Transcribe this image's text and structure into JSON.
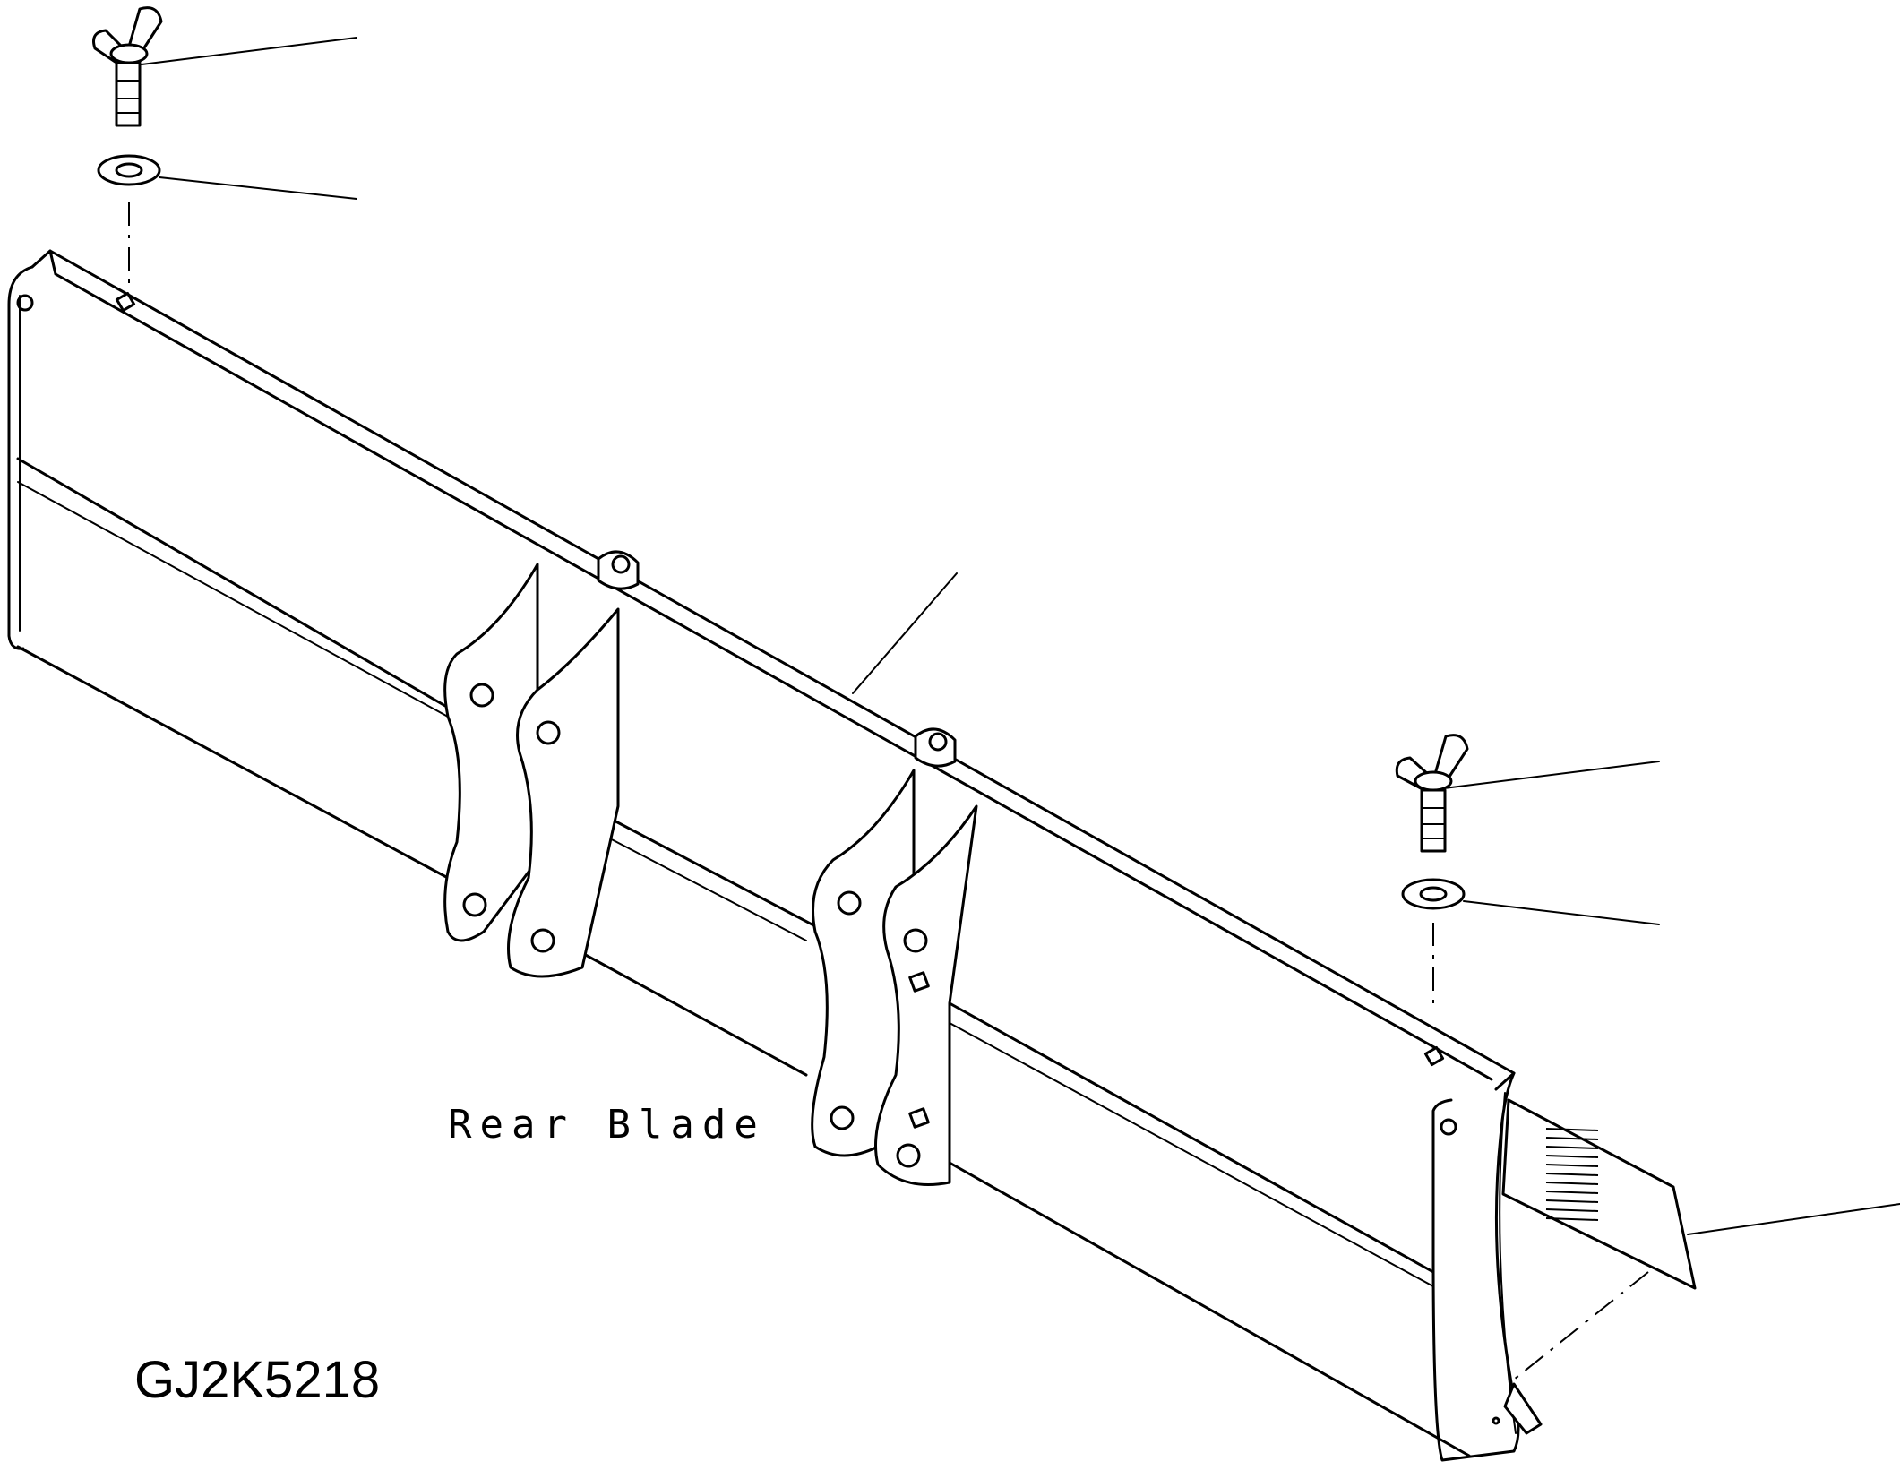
{
  "diagram": {
    "part_label": "Rear Blade",
    "drawing_code": "GJ2K5218",
    "colors": {
      "line": "#000000",
      "background": "#ffffff"
    },
    "parts": [
      {
        "name": "wing-bolt",
        "count": 2
      },
      {
        "name": "washer",
        "count": 2
      },
      {
        "name": "rear-blade",
        "count": 1
      },
      {
        "name": "end-plate",
        "count": 1
      }
    ]
  }
}
